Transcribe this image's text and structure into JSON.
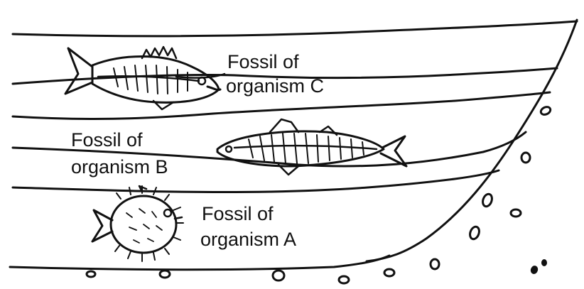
{
  "labels": {
    "fossil_c_line1": "Fossil of",
    "fossil_c_line2": "organism C",
    "fossil_b_line1": "Fossil of",
    "fossil_b_line2": "organism B",
    "fossil_a_line1": "Fossil of",
    "fossil_a_line2": "organism A"
  },
  "icons": {
    "fossil_c": "fish-fossil-icon",
    "fossil_b": "fish-fossil-icon",
    "fossil_a": "pufferfish-fossil-icon"
  },
  "colors": {
    "ink": "#111111",
    "background": "#ffffff"
  }
}
